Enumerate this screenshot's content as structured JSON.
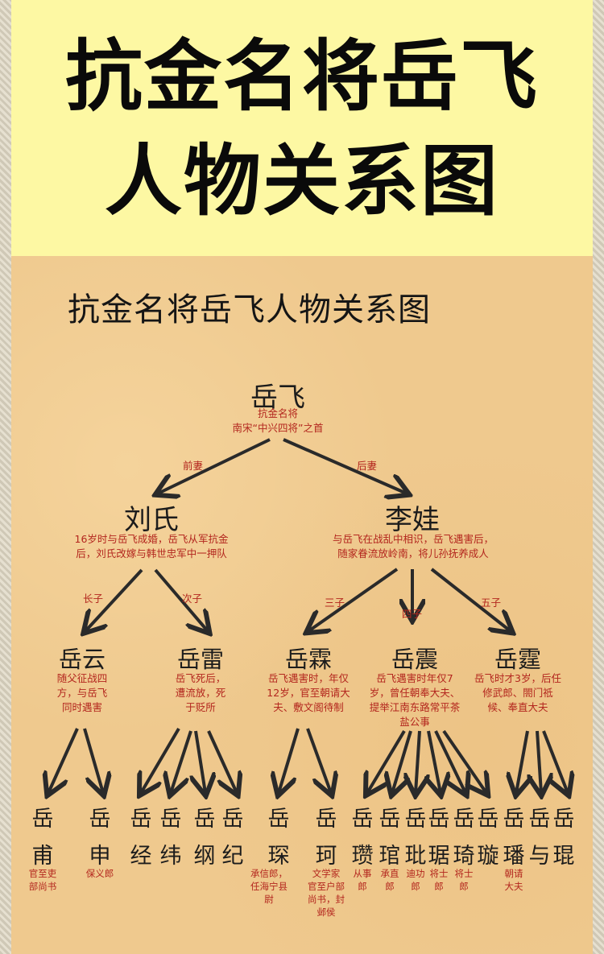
{
  "banner": {
    "line1": "抗金名将岳飞",
    "line2": "人物关系图"
  },
  "diagram_title": "抗金名将岳飞人物关系图",
  "root": {
    "name": "岳飞",
    "note1": "抗金名将",
    "note2": "南宋“中兴四将”之首"
  },
  "wives": [
    {
      "name": "刘氏",
      "edge": "前妻",
      "note1": "16岁时与岳飞成婚，岳飞从军抗金",
      "note2": "后，刘氏改嫁与韩世忠军中一押队"
    },
    {
      "name": "李娃",
      "edge": "后妻",
      "note1": "与岳飞在战乱中相识，岳飞遇害后，",
      "note2": "随家眷流放岭南，将儿孙抚养成人"
    }
  ],
  "sons": [
    {
      "name": "岳云",
      "edge": "长子",
      "note": [
        "随父征战四",
        "方，与岳飞",
        "同时遇害"
      ]
    },
    {
      "name": "岳雷",
      "edge": "次子",
      "note": [
        "岳飞死后，",
        "遭流放，死",
        "于贬所"
      ]
    },
    {
      "name": "岳霖",
      "edge": "三子",
      "note": [
        "岳飞遇害时，年仅",
        "12岁，官至朝请大",
        "夫、敷文阁待制"
      ]
    },
    {
      "name": "岳震",
      "edge": "四子",
      "note": [
        "岳飞遇害时年仅7",
        "岁，曾任朝奉大夫、",
        "提举江南东路常平茶",
        "盐公事"
      ]
    },
    {
      "name": "岳霆",
      "edge": "五子",
      "note": [
        "岳飞时才3岁，后任",
        "修武郎、閤门祗",
        "候、奉直大夫"
      ]
    }
  ],
  "grandsons": [
    {
      "c1": "岳",
      "c2": "甫",
      "note": [
        "官至吏",
        "部尚书"
      ]
    },
    {
      "c1": "岳",
      "c2": "申",
      "note": [
        "保义郎"
      ]
    },
    {
      "c1": "岳",
      "c2": "经",
      "note": []
    },
    {
      "c1": "岳",
      "c2": "纬",
      "note": []
    },
    {
      "c1": "岳",
      "c2": "纲",
      "note": []
    },
    {
      "c1": "岳",
      "c2": "纪",
      "note": []
    },
    {
      "c1": "岳",
      "c2": "琛",
      "note": [
        "承信郎，",
        "任海宁县",
        "尉"
      ]
    },
    {
      "c1": "岳",
      "c2": "珂",
      "note": [
        "文学家",
        "官至户部",
        "尚书，封",
        "邺侯"
      ]
    },
    {
      "c1": "岳",
      "c2": "瓒",
      "note": [
        "从事",
        "郎"
      ]
    },
    {
      "c1": "岳",
      "c2": "琯",
      "note": [
        "承直",
        "郎"
      ]
    },
    {
      "c1": "岳",
      "c2": "玭",
      "note": [
        "迪功",
        "郎"
      ]
    },
    {
      "c1": "岳",
      "c2": "琚",
      "note": [
        "将士",
        "郎"
      ]
    },
    {
      "c1": "岳",
      "c2": "琦",
      "note": [
        "将士",
        "郎"
      ]
    },
    {
      "c1": "岳",
      "c2": "璇",
      "note": []
    },
    {
      "c1": "岳",
      "c2": "璠",
      "note": [
        "朝请",
        "大夫"
      ]
    },
    {
      "c1": "岳",
      "c2": "与",
      "note": []
    },
    {
      "c1": "岳",
      "c2": "琨",
      "note": []
    }
  ]
}
